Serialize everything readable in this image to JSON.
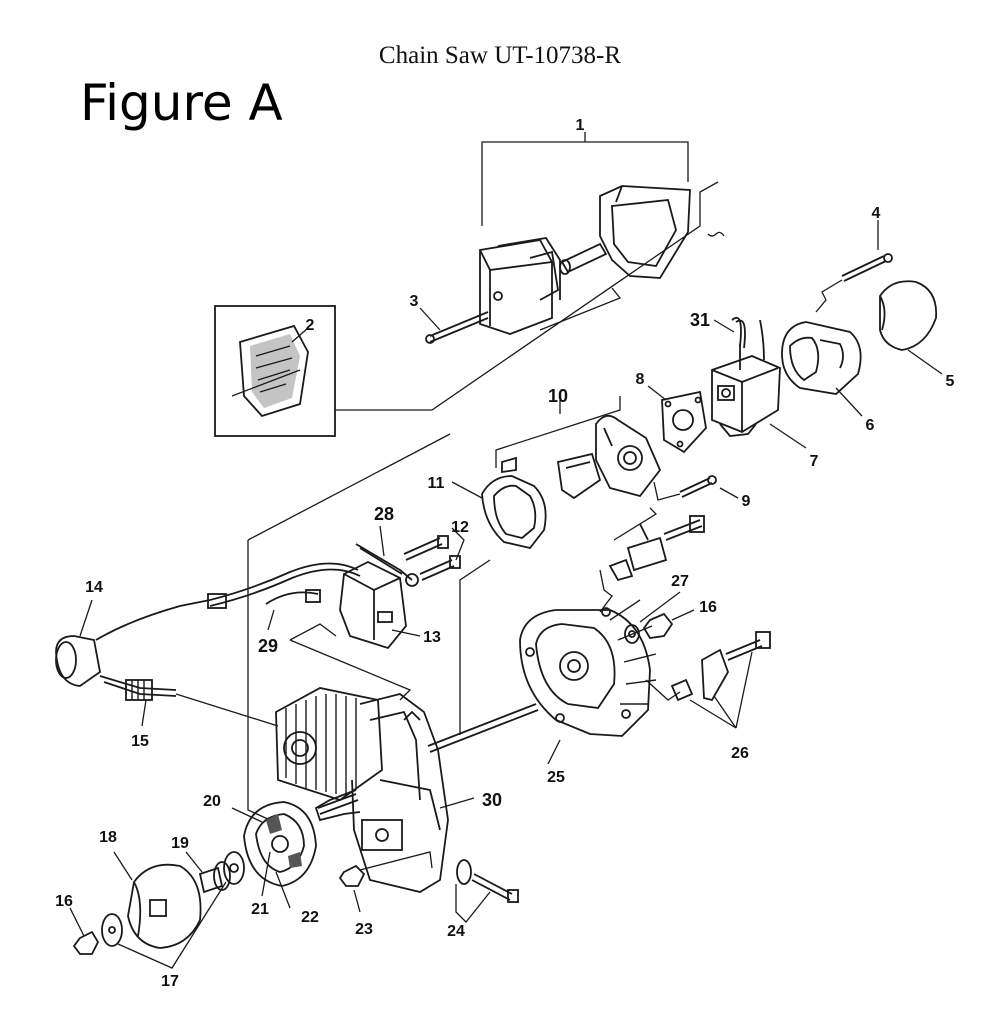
{
  "header": {
    "document_title": "Chain Saw UT-10738-R",
    "figure_title": "Figure A"
  },
  "callouts": [
    {
      "id": "c1",
      "label": "1"
    },
    {
      "id": "c2",
      "label": "2"
    },
    {
      "id": "c3",
      "label": "3"
    },
    {
      "id": "c4",
      "label": "4"
    },
    {
      "id": "c5",
      "label": "5"
    },
    {
      "id": "c6",
      "label": "6"
    },
    {
      "id": "c7",
      "label": "7"
    },
    {
      "id": "c8",
      "label": "8"
    },
    {
      "id": "c9",
      "label": "9"
    },
    {
      "id": "c10",
      "label": "10"
    },
    {
      "id": "c11",
      "label": "11"
    },
    {
      "id": "c12",
      "label": "12"
    },
    {
      "id": "c13",
      "label": "13"
    },
    {
      "id": "c14",
      "label": "14"
    },
    {
      "id": "c15",
      "label": "15"
    },
    {
      "id": "c16a",
      "label": "16"
    },
    {
      "id": "c16b",
      "label": "16"
    },
    {
      "id": "c17",
      "label": "17"
    },
    {
      "id": "c18",
      "label": "18"
    },
    {
      "id": "c19",
      "label": "19"
    },
    {
      "id": "c20",
      "label": "20"
    },
    {
      "id": "c21",
      "label": "21"
    },
    {
      "id": "c22",
      "label": "22"
    },
    {
      "id": "c23",
      "label": "23"
    },
    {
      "id": "c24",
      "label": "24"
    },
    {
      "id": "c25",
      "label": "25"
    },
    {
      "id": "c26",
      "label": "26"
    },
    {
      "id": "c27",
      "label": "27"
    },
    {
      "id": "c28",
      "label": "28"
    },
    {
      "id": "c29",
      "label": "29"
    },
    {
      "id": "c30",
      "label": "30"
    },
    {
      "id": "c31",
      "label": "31"
    }
  ]
}
